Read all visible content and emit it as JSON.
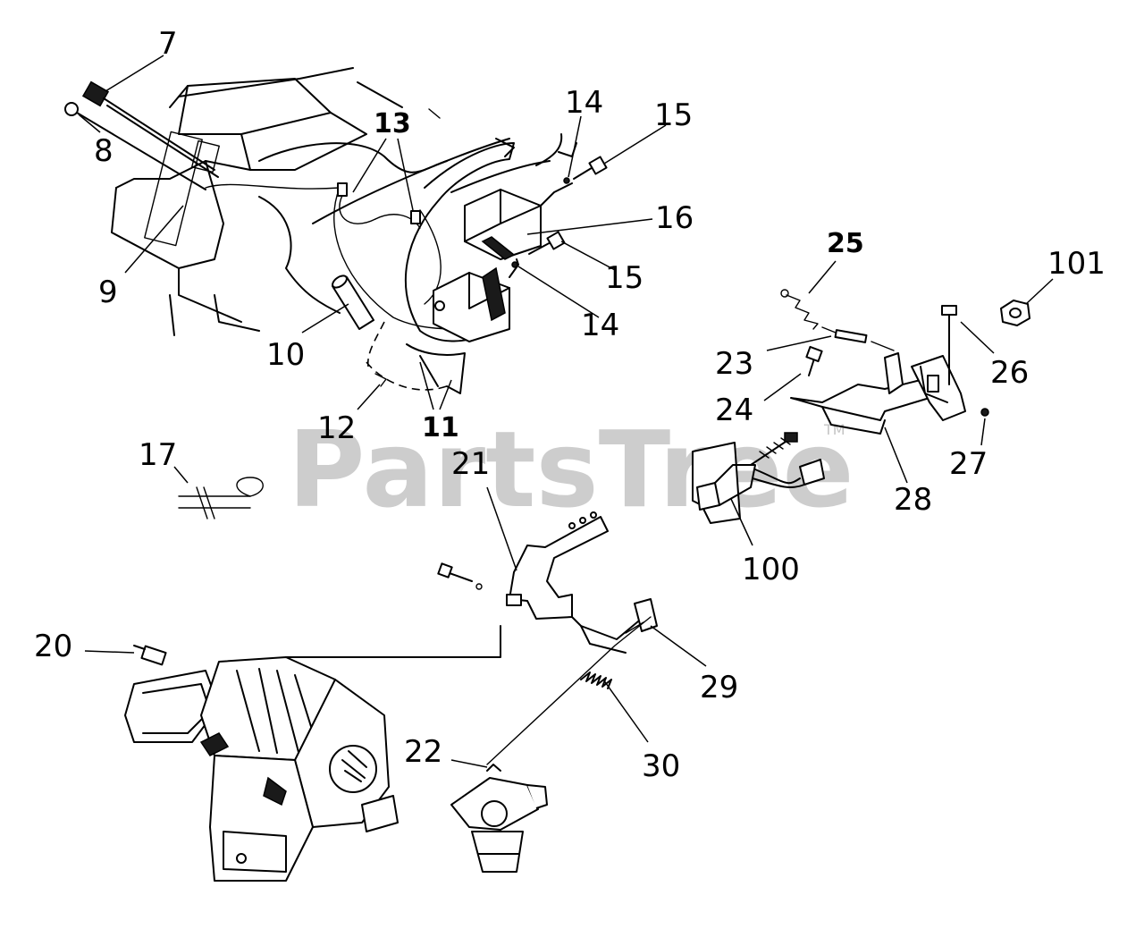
{
  "watermark": {
    "text": "PartsTree",
    "trademark": "TM"
  },
  "callouts": {
    "c7": "7",
    "c8": "8",
    "c9": "9",
    "c10": "10",
    "c11": "11",
    "c12": "12",
    "c13": "13",
    "c14a": "14",
    "c14b": "14",
    "c15a": "15",
    "c15b": "15",
    "c16": "16",
    "c17": "17",
    "c20": "20",
    "c21": "21",
    "c22": "22",
    "c23": "23",
    "c24": "24",
    "c25": "25",
    "c26": "26",
    "c27": "27",
    "c28": "28",
    "c29": "29",
    "c30": "30",
    "c100": "100",
    "c101": "101"
  }
}
